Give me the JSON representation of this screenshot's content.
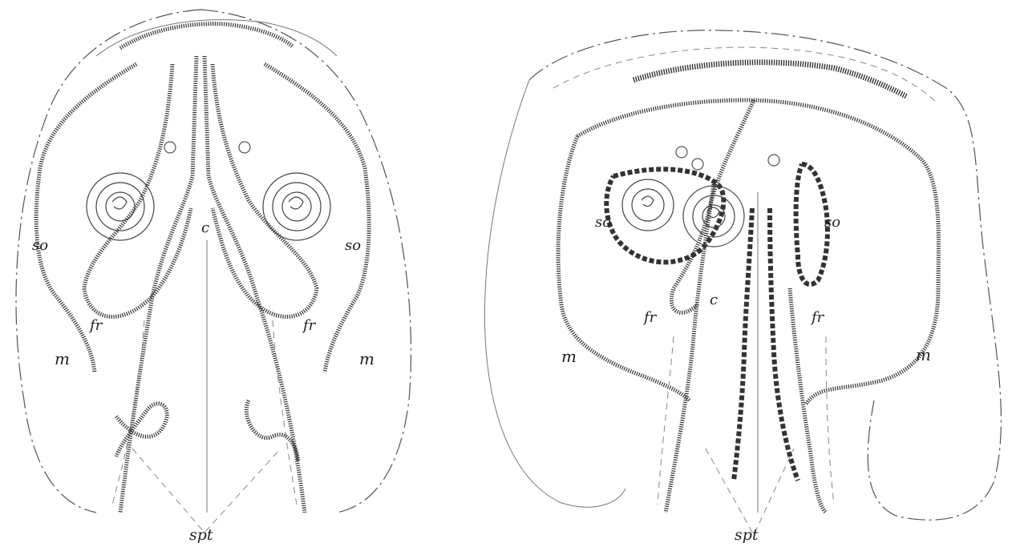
{
  "figure_left": {
    "labels": {
      "c": "c",
      "so_left": "so",
      "so_right": "so",
      "fr_left": "fr",
      "fr_right": "fr",
      "m_left": "m",
      "m_right": "m",
      "spt": "spt"
    }
  },
  "figure_right": {
    "labels": {
      "c": "c",
      "so_left": "so",
      "so_right": "so",
      "fr_left": "fr",
      "fr_right": "fr",
      "m_left": "m",
      "m_right": "m",
      "spt": "spt"
    }
  }
}
